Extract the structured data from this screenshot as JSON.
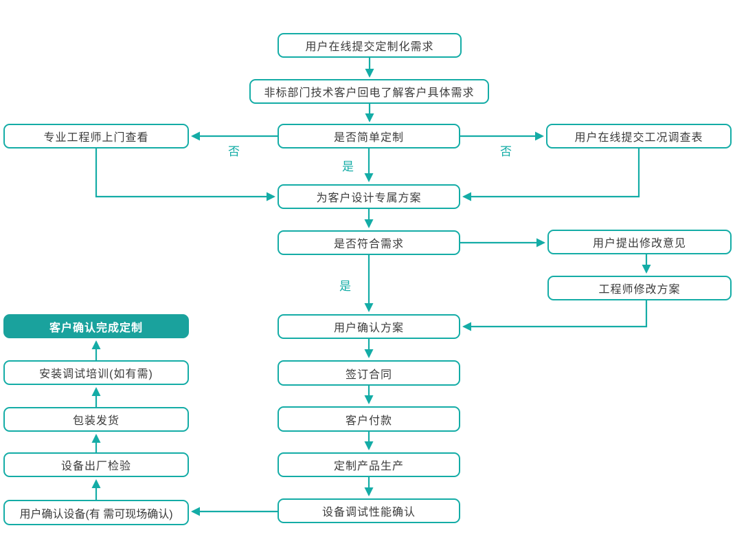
{
  "colors": {
    "accent": "#14aca6",
    "filled_node": "#1aa29d",
    "node_text": "#3a3a3a",
    "filled_node_text": "#ffffff"
  },
  "diagram": {
    "nodes": {
      "submit_requirements": "用户在线提交定制化需求",
      "callback_understand": "非标部门技术客户回电了解客户具体需求",
      "engineer_visit": "专业工程师上门查看",
      "simple_custom_decision": "是否简单定制",
      "survey_form": "用户在线提交工况调查表",
      "design_plan": "为客户设计专属方案",
      "meets_needs_decision": "是否符合需求",
      "user_feedback": "用户提出修改意见",
      "engineer_revise": "工程师修改方案",
      "confirm_plan": "用户确认方案",
      "sign_contract": "签订合同",
      "customer_payment": "客户付款",
      "custom_production": "定制产品生产",
      "debug_performance": "设备调试性能确认",
      "user_confirm_device": "用户确认设备(有 需可现场确认)",
      "factory_inspection": "设备出厂检验",
      "packing_shipping": "包装发货",
      "install_training": "安装调试培训(如有需)",
      "customization_complete": "客户确认完成定制"
    },
    "edge_labels": {
      "no_left": "否",
      "no_right": "否",
      "yes_center": "是",
      "yes_lower": "是"
    }
  }
}
